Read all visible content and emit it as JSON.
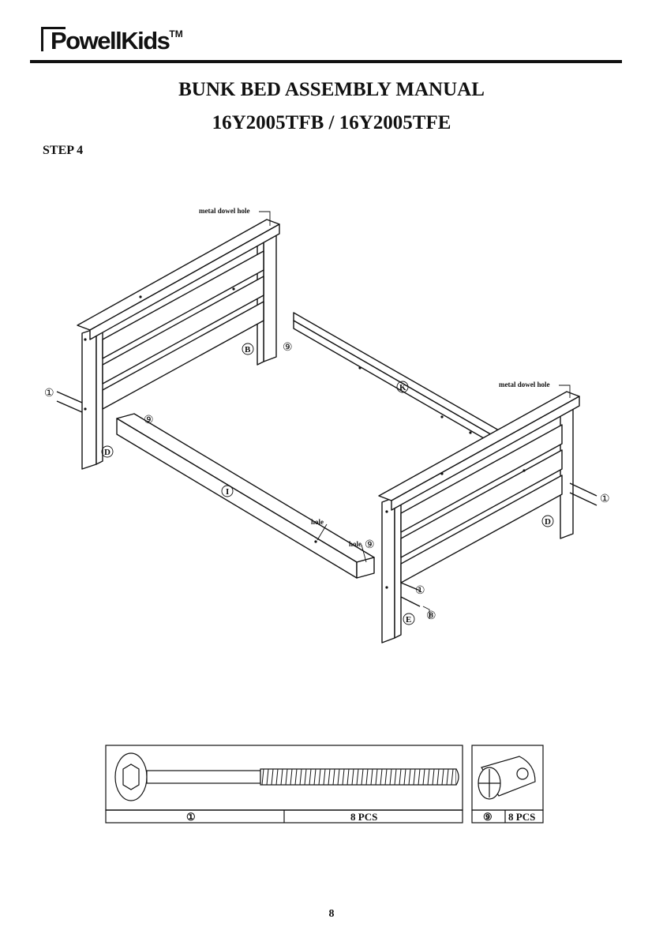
{
  "brand": {
    "logo_text": "PowellKids",
    "logo_tm": "TM"
  },
  "header": {
    "title": "BUNK BED ASSEMBLY MANUAL",
    "subtitle": "16Y2005TFB / 16Y2005TFE",
    "step": "STEP 4"
  },
  "diagram": {
    "labels": {
      "metal_dowel_hole": "metal dowel hole",
      "hole": "hole",
      "part_B": "B",
      "part_D": "D",
      "part_E": "E",
      "part_I": "I",
      "part_K": "K",
      "bolt_ref": "①",
      "dowel_ref": "⑨",
      "washer_ref": "⑧"
    }
  },
  "parts": {
    "bolt": {
      "number": "①",
      "qty": "8 PCS"
    },
    "barrel_nut": {
      "number": "⑨",
      "qty": "8 PCS"
    }
  },
  "footer": {
    "page_number": "8"
  }
}
